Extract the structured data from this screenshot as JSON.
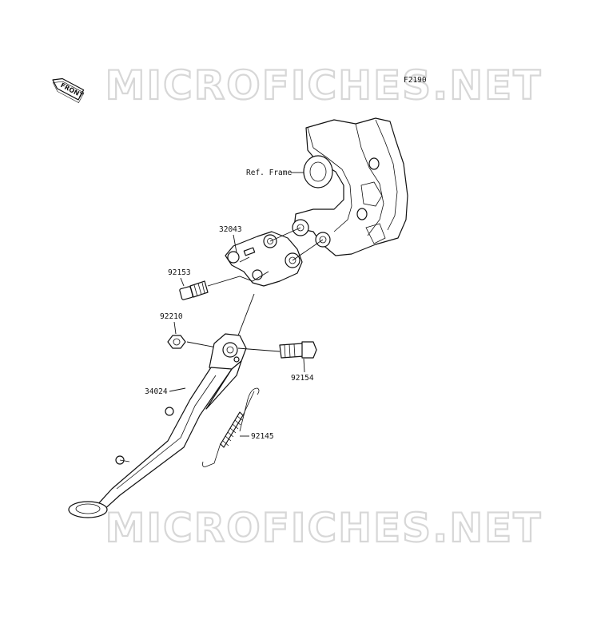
{
  "watermark": {
    "top": "MICROFICHES.NET",
    "bottom": "MICROFICHES.NET"
  },
  "diagram_code": "F2190",
  "front_badge": "FRONT",
  "labels": {
    "ref_frame": "Ref. Frame",
    "p32043": "32043",
    "p92153": "92153",
    "p92210": "92210",
    "p92154": "92154",
    "p34024": "34024",
    "p92145": "92145"
  }
}
